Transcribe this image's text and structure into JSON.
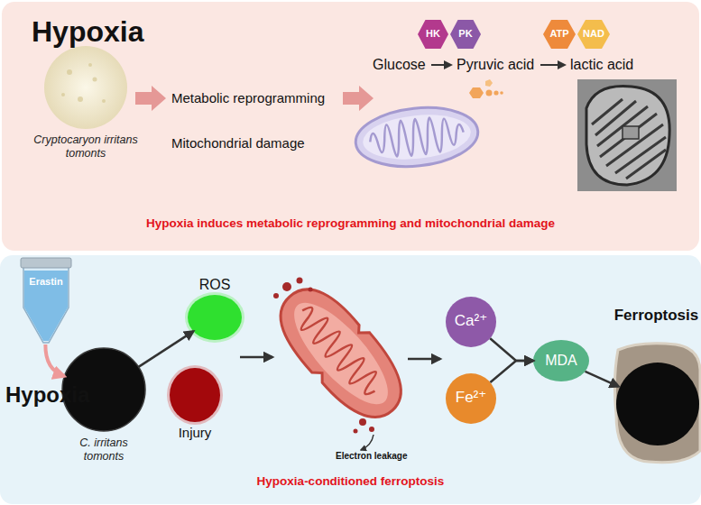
{
  "diagram": {
    "nodes": [
      {
        "text": [
          "Hypoxia induces metabolic reprogramming and mitochondrial damage"
        ]
      },
      {
        "text": [
          "HK"
        ],
        "in": 0
      },
      {
        "text": [
          "PK"
        ],
        "in": 0
      },
      {
        "text": [
          "ATP"
        ],
        "in": 0
      },
      {
        "text": [
          "NAD"
        ],
        "in": 0
      },
      {
        "text": [
          "Cryptocaryon irritans tomonts"
        ],
        "in": 0
      },
      {
        "text": [
          "Hypoxia-conditioned ferroptosis"
        ]
      },
      {
        "text": [
          "Erastin"
        ],
        "in": 6
      },
      {
        "text": [
          "C. irritans tomonts"
        ],
        "in": 6
      },
      {
        "text": [
          "ROS"
        ],
        "in": 6
      },
      {
        "text": [
          "Injury"
        ],
        "in": 6
      },
      {
        "text": [
          "Ca²⁺"
        ],
        "in": 6
      },
      {
        "text": [
          "Fe²⁺"
        ],
        "in": 6
      },
      {
        "text": [
          "MDA"
        ],
        "in": 6
      },
      {
        "text": [
          "Ferroptosis"
        ],
        "in": 6
      }
    ],
    "edges": [
      {
        "from": 7,
        "to": 8,
        "arrow": "to"
      },
      {
        "from": 8,
        "to": 9,
        "arrow": "to"
      },
      {
        "from": 11,
        "to": 13,
        "arrow": "to"
      },
      {
        "from": 12,
        "to": 13,
        "arrow": "to"
      },
      {
        "from": 13,
        "to": 14,
        "arrow": "to"
      }
    ],
    "labels": [
      "Hypoxia",
      "Metabolic reprogramming",
      "Mitochondrial damage",
      "Glucose",
      "Pyruvic acid",
      "lactic acid",
      "Hypoxia",
      "Electron leakage"
    ]
  }
}
